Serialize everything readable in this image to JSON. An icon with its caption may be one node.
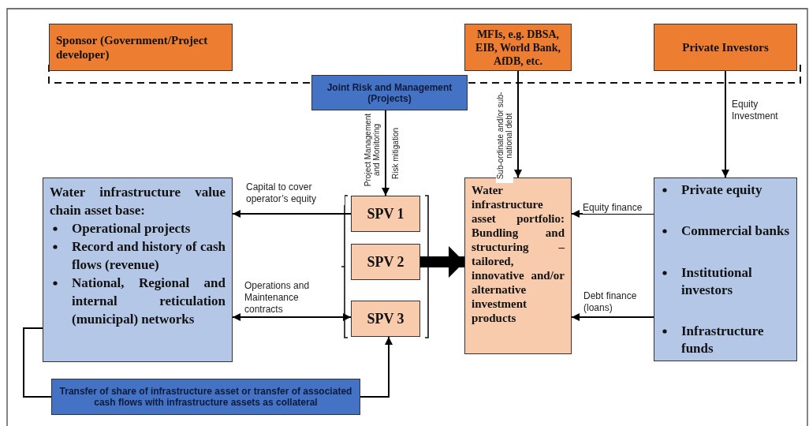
{
  "diagram": {
    "nodes": [
      {
        "text": [
          "Sponsor (Government/Project developer)"
        ]
      },
      {
        "text": [
          "MFIs, e.g. DBSA, EIB, World Bank, AfDB, etc."
        ]
      },
      {
        "text": [
          "Private Investors"
        ]
      },
      {
        "text": [
          "Joint Risk and Management (Projects)"
        ]
      },
      {
        "text": [
          "Water infrastructure value chain asset base:",
          "Operational projects",
          "Record and history of cash flows (revenue)",
          "National, Regional and internal reticulation (municipal) networks"
        ]
      },
      {
        "text": [
          "SPV 1"
        ]
      },
      {
        "text": [
          "SPV 2"
        ]
      },
      {
        "text": [
          "SPV 3"
        ]
      },
      {
        "text": [
          "Water infrastructure asset portfolio: Bundling and structuring – tailored, innovative and/or alternative investment products"
        ]
      },
      {
        "text": [
          "Private equity",
          "Commercial banks",
          "Institutional investors",
          "Infrastructure funds"
        ]
      },
      {
        "text": [
          "Transfer of share of infrastructure asset or transfer of associated cash flows with infrastructure assets as collateral"
        ]
      }
    ],
    "edges": [
      {
        "from": 1,
        "to": 8,
        "arrow": "to",
        "label": "Sub-ordinate and/or sub-national debt"
      },
      {
        "from": 2,
        "to": 9,
        "arrow": "to",
        "label": "Equity Investment"
      },
      {
        "from": 3,
        "to": 5,
        "arrow": "to",
        "label": "Project Management and Monitoring"
      },
      {
        "from": 5,
        "to": 4,
        "arrow": "to",
        "label": "Capital to cover operator’s equity"
      },
      {
        "from": 7,
        "to": 4,
        "arrow": "both",
        "label": "Operations and Maintenance contracts"
      },
      {
        "from": 9,
        "to": 8,
        "arrow": "to",
        "label": "Equity finance"
      },
      {
        "from": 9,
        "to": 8,
        "arrow": "to",
        "label": "Debt finance (loans)"
      },
      {
        "from": 4,
        "to": 10,
        "arrow": "none"
      },
      {
        "from": 10,
        "to": 7,
        "arrow": "to"
      },
      {
        "from": 6,
        "to": 8,
        "arrow": "to",
        "style": "thick"
      }
    ],
    "labels": [
      "Risk mitigation"
    ]
  }
}
